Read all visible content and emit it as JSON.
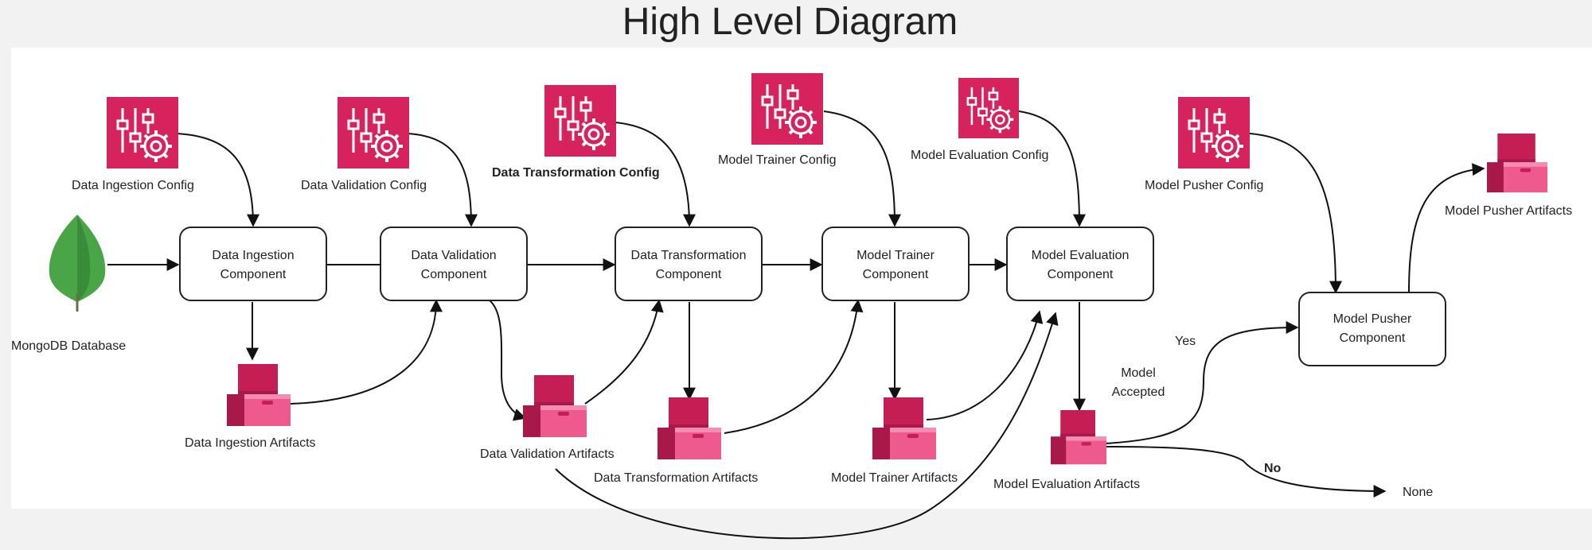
{
  "title": "High Level Diagram",
  "components": {
    "ingestion": [
      "Data Ingestion",
      "Component"
    ],
    "validation": [
      "Data Validation",
      "Component"
    ],
    "transformation": [
      "Data Transformation",
      "Component"
    ],
    "trainer": [
      "Model Trainer",
      "Component"
    ],
    "evaluation": [
      "Model Evaluation",
      "Component"
    ],
    "pusher": [
      "Model Pusher",
      "Component"
    ]
  },
  "configs": {
    "ingestion": "Data Ingestion Config",
    "validation": "Data Validation Config",
    "transformation": "Data Transformation Config",
    "trainer": "Model Trainer Config",
    "evaluation": "Model Evaluation Config",
    "pusher": "Model Pusher Config"
  },
  "artifacts": {
    "ingestion": "Data Ingestion Artifacts",
    "validation": "Data Validation Artifacts",
    "transformation": "Data Transformation Artifacts",
    "trainer": "Model Trainer Artifacts",
    "evaluation": "Model Evaluation Artifacts",
    "pusher": "Model Pusher Artifacts"
  },
  "source": "MongoDB Database",
  "decision": {
    "question": [
      "Model",
      "Accepted"
    ],
    "yes": "Yes",
    "no": "No",
    "none": "None"
  },
  "colors": {
    "config_icon": "#d6235e",
    "artifact_dark": "#c41e55",
    "artifact_light": "#ee5a8e",
    "mongo_leaf": "#4aa546"
  }
}
